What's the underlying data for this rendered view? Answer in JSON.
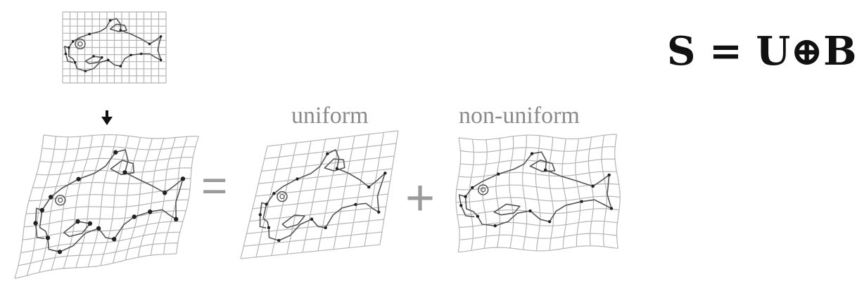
{
  "formula": "S = U⊕B",
  "labels": {
    "uniform": "uniform",
    "non_uniform": "non-uniform"
  },
  "operators": {
    "equals": "=",
    "plus": "+"
  },
  "icons": {
    "arrow": "down-arrow-icon"
  },
  "colors": {
    "grid": "#b5b5b5",
    "outline": "#555555",
    "landmark": "#222222"
  }
}
